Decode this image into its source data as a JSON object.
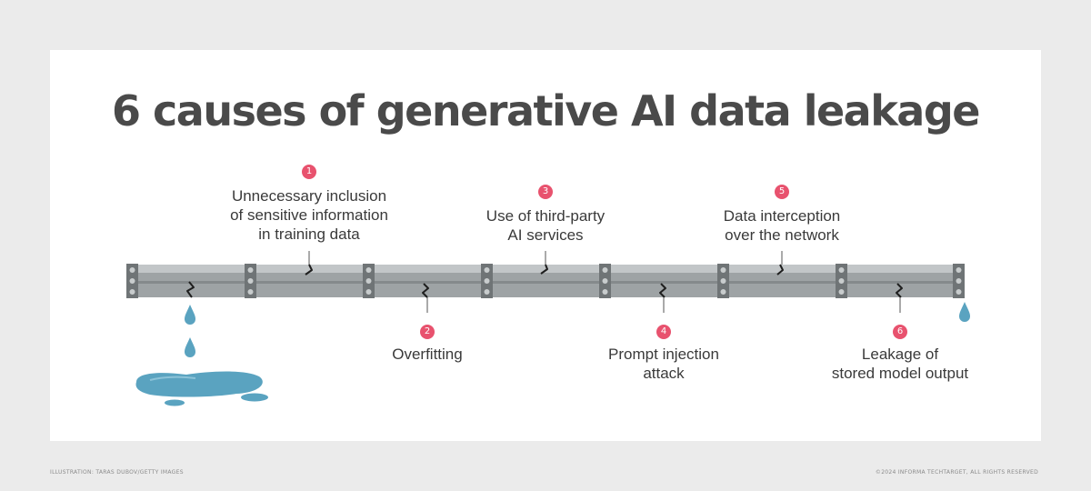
{
  "title": "6 causes of generative AI data leakage",
  "causes": [
    {
      "number": "1",
      "lines": [
        "Unnecessary inclusion",
        "of sensitive information",
        "in training data"
      ]
    },
    {
      "number": "2",
      "lines": [
        "Overfitting"
      ]
    },
    {
      "number": "3",
      "lines": [
        "Use of third-party",
        "AI services"
      ]
    },
    {
      "number": "4",
      "lines": [
        "Prompt injection",
        "attack"
      ]
    },
    {
      "number": "5",
      "lines": [
        "Data interception",
        "over the network"
      ]
    },
    {
      "number": "6",
      "lines": [
        "Leakage of",
        "stored model output"
      ]
    }
  ],
  "footer": {
    "credit": "ILLUSTRATION: TARAS DUBOV/GETTY IMAGES",
    "copyright": "©2024 INFORMA TECHTARGET, ALL RIGHTS RESERVED"
  },
  "colors": {
    "accent": "#e8526e",
    "pipe": "#9ea3a5",
    "pipe_dark": "#6f7476",
    "water": "#5aa3c0",
    "title": "#4a4a4a"
  }
}
